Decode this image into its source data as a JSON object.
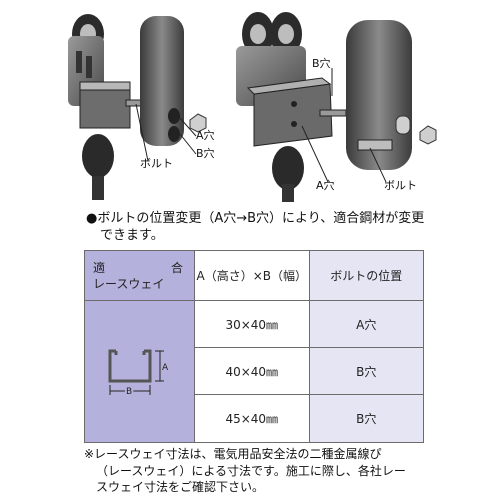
{
  "figure": {
    "labels": {
      "a_hole": "A穴",
      "b_hole": "B穴",
      "bolt": "ボルト",
      "b_hole_right": "B穴",
      "a_hole_right": "A穴",
      "bolt_right": "ボルト"
    }
  },
  "note": {
    "line1": "●ボルトの位置変更（A穴→B穴）により、適合鋼材が変更",
    "line2": "できます。"
  },
  "table": {
    "header_left_top_a": "適",
    "header_left_top_b": "合",
    "header_left_bottom": "レースウェイ",
    "header_dim": "A（高さ）×B（幅）",
    "header_bolt": "ボルトの位置",
    "diagram_label_a": "A",
    "diagram_label_b": "B",
    "rows": [
      {
        "size": "30×40㎜",
        "hole": "A穴"
      },
      {
        "size": "40×40㎜",
        "hole": "B穴"
      },
      {
        "size": "45×40㎜",
        "hole": "B穴"
      }
    ]
  },
  "footnote": {
    "line1": "※レースウェイ寸法は、電気用品安全法の二種金属線ぴ",
    "line2": "（レースウェイ）による寸法です。施工に際し、各社レー",
    "line3": "スウェイ寸法をご確認下さい。"
  },
  "colors": {
    "accent_purple": "#b4b2dc",
    "light_lavender": "#e6e5f4"
  }
}
